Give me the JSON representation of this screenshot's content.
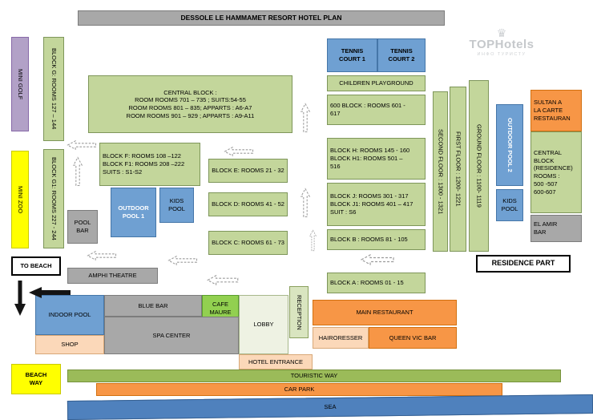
{
  "title": "DESSOLE LE HAMMAMET RESORT HOTEL PLAN",
  "watermark": {
    "crown": "♛",
    "brand": "TOPHotels",
    "tagline": "ИНФО ТУРИСТУ"
  },
  "labels": {
    "mini_golf": "MINI GOLF",
    "block_g": "BLOCK G: ROOMS 127 – 144",
    "mini_zoo": "MINI ZOO",
    "block_g1": "BLOCK G1: ROOMS 227 - 244",
    "to_beach": "TO BEACH",
    "central_block": "CENTRAL BLOCK :\nROOM ROOMS 701 – 735 ; SUITS:54-55\nROOM ROOMS 801 – 835; APPARTS : A6-A7\nROOM ROOMS 901 – 929 ; APPARTS : A9-A11",
    "block_f": "BLOCK F: ROOMS 108 –122\nBLOCK F1: ROOMS 208 –222\nSUITS : S1-S2",
    "outdoor_pool_1": "OUTDOOR\nPOOL 1",
    "kids_pool_left": "KIDS\nPOOL",
    "pool_bar": "POOL\nBAR",
    "block_e": "BLOCK E: ROOMS 21 - 32",
    "block_d": "BLOCK D: ROOMS 41 - 52",
    "block_c": "BLOCK C: ROOMS 61 - 73",
    "amphi_theatre": "AMPHI THEATRE",
    "tennis_court_1": "TENNIS\nCOURT 1",
    "tennis_court_2": "TENNIS\nCOURT 2",
    "children_playground": "CHILDREN PLAYGROUND",
    "block_600": "600 BLOCK : ROOMS 601 -\n617",
    "block_h": "BLOCK H: ROOMS 145 - 160\nBLOCK H1: ROOMS 501 –\n516",
    "block_j": "BLOCK J: ROOMS 301 - 317\nBLOCK J1: ROOMS 401 – 417\nSUIT : S6",
    "block_b": "BLOCK B : ROOMS 81 - 105",
    "block_a": "BLOCK A : ROOMS 01 - 15",
    "second_floor": "SECOND FLOOR : 1300 - 1321",
    "first_floor": "FIRST FLOOR : 1200- 1221",
    "ground_floor": "GROUND FLOOR : 1100- 1119",
    "outdoor_pool_2": "OUTDOOR POOL 2",
    "kids_pool_right": "KIDS\nPOOL",
    "sultan_restaurant": "SULTAN A\nLA CARTE\nRESTAURAN",
    "central_residence": "CENTRAL\nBLOCK\n(RESIDENCE)\nROOMS :\n500 -507\n600-607",
    "el_amir_bar": "EL AMIR\nBAR",
    "residence_part": "RESIDENCE PART",
    "indoor_pool": "INDOOR POOL",
    "blue_bar": "BLUE BAR",
    "cafe_maure": "CAFE\nMAURE",
    "spa_center": "SPA CENTER",
    "shop": "SHOP",
    "lobby": "LOBBY",
    "reception": "RECEPTION",
    "main_restaurant": "MAIN RESTAURANT",
    "hairdresser": "HAIRORESSER",
    "queen_vic_bar": "QUEEN VIC BAR",
    "hotel_entrance": "HOTEL ENTRANCE",
    "beach_way": "BEACH\nWAY",
    "touristic_way": "TOURISTIC WAY",
    "car_park": "CAR PARK",
    "sea": "SEA"
  },
  "colors": {
    "block_green": "#c3d69b",
    "pool_blue": "#6fa0d2",
    "service_gray": "#a8a8a8",
    "mini_golf_purple": "#b2a1c7",
    "zoo_yellow": "#ffff00",
    "restaurant_orange": "#f79646",
    "shop_peach": "#fbd8b9",
    "cafe_green": "#92d050",
    "touristic_green": "#9bbb59",
    "sea_blue": "#4f81bd"
  }
}
